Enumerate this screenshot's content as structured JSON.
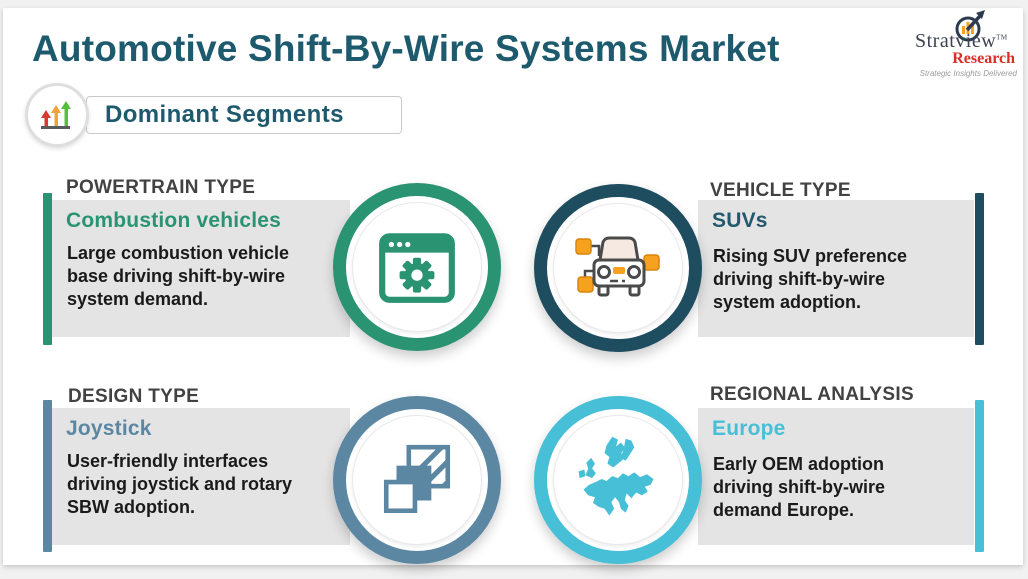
{
  "page": {
    "title": "Automotive Shift-By-Wire Systems Market",
    "badge_label": "Dominant Segments",
    "title_color": "#1e5a6e",
    "sheet_background": "#ffffff",
    "frame_color": "#f1f1f2",
    "card_background": "#e4e4e4",
    "badge_icon": "rising-arrows-icon"
  },
  "logo": {
    "name": "Stratview",
    "trademark": "TM",
    "subname": "Research",
    "tagline": "Strategic Insights Delivered",
    "name_color": "#3c4350",
    "subname_color": "#d92f27",
    "icon": "magnifier-growth-chart-icon"
  },
  "segments": [
    {
      "category": "POWERTRAIN TYPE",
      "segment": "Combustion vehicles",
      "description": "Large combustion vehicle base driving shift-by-wire system demand.",
      "accent": "#2a9372",
      "title_color": "#2a9372",
      "icon": "browser-gear-icon"
    },
    {
      "category": "VEHICLE TYPE",
      "segment": "SUVs",
      "description": "Rising SUV preference driving shift-by-wire system adoption.",
      "accent": "#1f4d60",
      "title_color": "#24586d",
      "icon": "connected-car-icon"
    },
    {
      "category": "DESIGN TYPE",
      "segment": "Joystick",
      "description": "User-friendly interfaces driving joystick and rotary SBW adoption.",
      "accent": "#5c87a3",
      "title_color": "#5c87a3",
      "icon": "layers-icon"
    },
    {
      "category": "REGIONAL ANALYSIS",
      "segment": "Europe",
      "description": "Early OEM adoption driving shift-by-wire demand Europe.",
      "accent": "#47bfd6",
      "title_color": "#47bfd6",
      "icon": "europe-map-icon"
    }
  ]
}
